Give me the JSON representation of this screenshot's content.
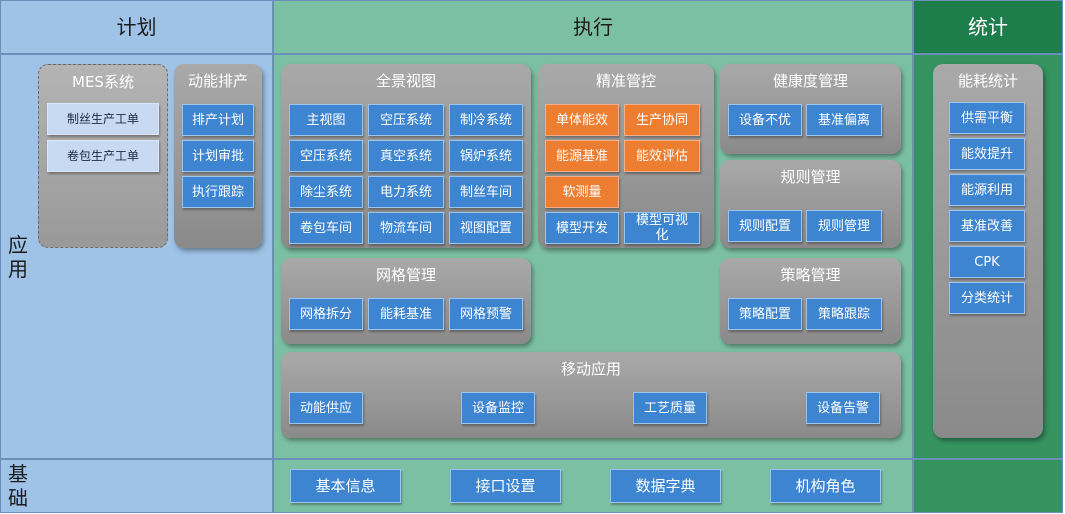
{
  "headers": {
    "plan": "计划",
    "exec": "执行",
    "stat": "统计"
  },
  "row_labels": {
    "app": "应用",
    "base": "基础"
  },
  "plan": {
    "mes": {
      "title": "MES系统",
      "items": [
        "制丝生产工单",
        "卷包生产工单"
      ]
    },
    "energy_schedule": {
      "title": "动能排产",
      "items": [
        "排产计划",
        "计划审批",
        "执行跟踪"
      ]
    }
  },
  "exec": {
    "panorama": {
      "title": "全景视图",
      "items": [
        "主视图",
        "空压系统",
        "制冷系统",
        "空压系统",
        "真空系统",
        "锅炉系统",
        "除尘系统",
        "电力系统",
        "制丝车间",
        "卷包车间",
        "物流车间",
        "视图配置"
      ]
    },
    "precision": {
      "title": "精准管控",
      "items": [
        "单体能效",
        "生产协同",
        "能源基准",
        "能效评估",
        "软测量",
        "模型开发",
        "模型可视化"
      ]
    },
    "health": {
      "title": "健康度管理",
      "items": [
        "设备不优",
        "基准偏离"
      ]
    },
    "rules": {
      "title": "规则管理",
      "items": [
        "规则配置",
        "规则管理"
      ]
    },
    "grid": {
      "title": "网格管理",
      "items": [
        "网格拆分",
        "能耗基准",
        "网格预警"
      ]
    },
    "strategy": {
      "title": "策略管理",
      "items": [
        "策略配置",
        "策略跟踪"
      ]
    },
    "mobile": {
      "title": "移动应用",
      "items": [
        "动能供应",
        "设备监控",
        "工艺质量",
        "设备告警"
      ]
    }
  },
  "stat": {
    "energy_stats": {
      "title": "能耗统计",
      "items": [
        "供需平衡",
        "能效提升",
        "能源利用",
        "基准改善",
        "CPK",
        "分类统计"
      ]
    }
  },
  "base": {
    "items": [
      "基本信息",
      "接口设置",
      "数据字典",
      "机构角色"
    ]
  },
  "colors": {
    "plan_bg": "#9ec3e7",
    "exec_bg": "#7cc0a3",
    "stat_bg": "#35935f",
    "stat_header": "#1d7d4b",
    "button_blue": "#3d85d1",
    "button_orange": "#ed7d31"
  }
}
